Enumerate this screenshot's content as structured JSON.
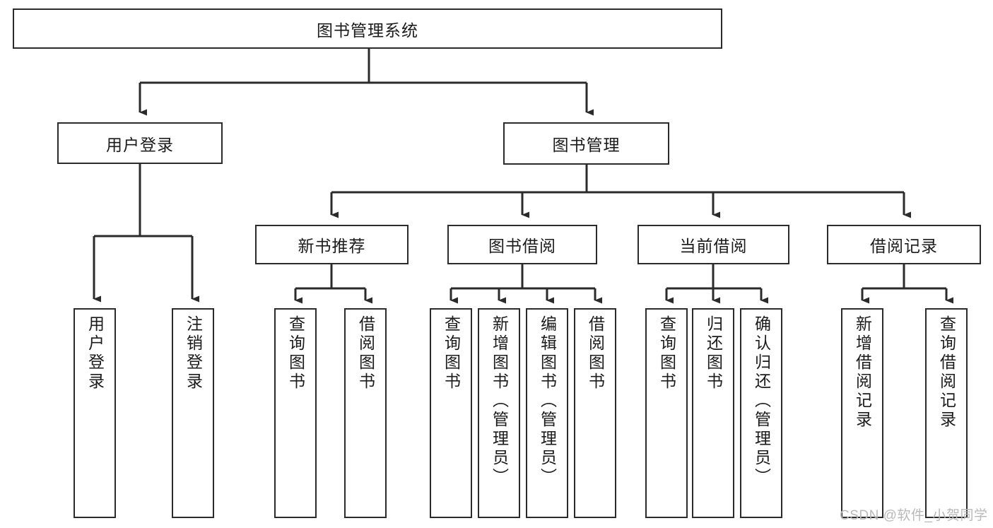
{
  "diagram": {
    "title": "图书管理系统",
    "type": "tree-hierarchy",
    "root": {
      "label": "图书管理系统"
    },
    "level1": [
      {
        "label": "用户登录"
      },
      {
        "label": "图书管理"
      }
    ],
    "level2": [
      {
        "label": "新书推荐"
      },
      {
        "label": "图书借阅"
      },
      {
        "label": "当前借阅"
      },
      {
        "label": "借阅记录"
      }
    ],
    "leaves": {
      "user_login": [
        {
          "label": "用户登录"
        },
        {
          "label": "注销登录"
        }
      ],
      "new_book_recommend": [
        {
          "label": "查询图书"
        },
        {
          "label": "借阅图书"
        }
      ],
      "book_borrow": [
        {
          "label": "查询图书"
        },
        {
          "label": "新增图书（管理员）"
        },
        {
          "label": "编辑图书（管理员）"
        },
        {
          "label": "借阅图书"
        }
      ],
      "current_borrow": [
        {
          "label": "查询图书"
        },
        {
          "label": "归还图书"
        },
        {
          "label": "确认归还（管理员）"
        }
      ],
      "borrow_record": [
        {
          "label": "新增借阅记录"
        },
        {
          "label": "查询借阅记录"
        }
      ]
    }
  },
  "watermark": {
    "text": "CSDN @软件_小贺同学"
  },
  "colors": {
    "stroke": "#2b2b2b",
    "fill": "#ffffff",
    "text": "#1b1b1b",
    "watermark": "#b9b9b9"
  }
}
